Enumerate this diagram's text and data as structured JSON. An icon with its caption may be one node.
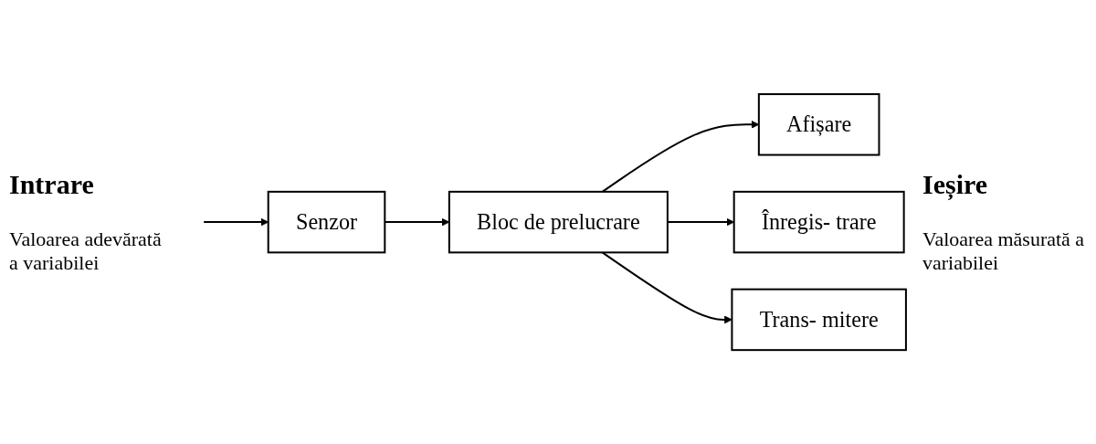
{
  "diagram": {
    "nodes": [
      {
        "text": [
          "Senzor"
        ]
      },
      {
        "text": [
          "Bloc de prelucrare"
        ]
      },
      {
        "text": [
          "Afișare"
        ]
      },
      {
        "text": [
          "Înregis- trare"
        ]
      },
      {
        "text": [
          "Trans- mitere"
        ]
      }
    ],
    "edges": [
      {
        "from": null,
        "to": 0,
        "arrow": "to"
      },
      {
        "from": 0,
        "to": 1,
        "arrow": "to"
      },
      {
        "from": 1,
        "to": 2,
        "arrow": "to"
      },
      {
        "from": 1,
        "to": 3,
        "arrow": "to"
      },
      {
        "from": 1,
        "to": 4,
        "arrow": "to"
      }
    ],
    "labels": [
      "Intrare",
      "Valoarea adevărată a variabilei",
      "Ieșire",
      "Valoarea măsurată a variabilei"
    ]
  }
}
